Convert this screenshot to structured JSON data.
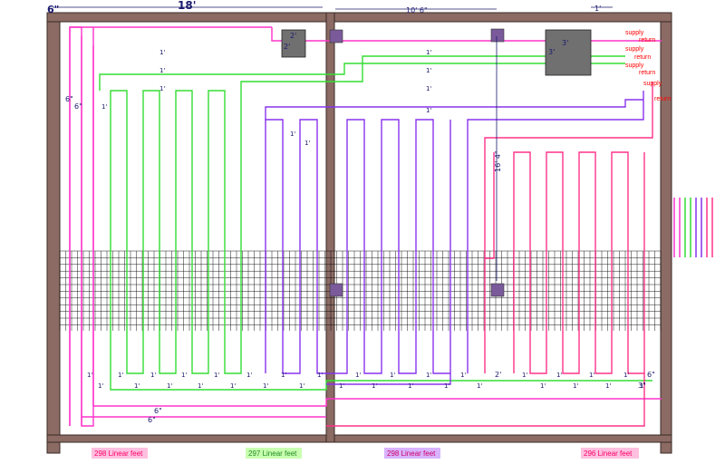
{
  "dimensions": {
    "overall_width": "18'",
    "section_width": "10' 6\"",
    "right_offset": "1'",
    "corner_offset": "6\"",
    "left_offset_6": "6\"",
    "left_offset_8": "6\"",
    "vertical_run": "16' 4\"",
    "spacing": "1'",
    "gap_2": "2'",
    "box_small_w": "2'",
    "box_small_h": "2'",
    "box_large_w": "3'",
    "box_large_h": "3'",
    "bottom_6a": "6\"",
    "bottom_6b": "6\"",
    "bottom_right_6": "6\"",
    "bottom_right_3": "3\""
  },
  "manifold_labels": {
    "supply1": "supply",
    "return1": "return",
    "supply2": "supply",
    "return2": "return",
    "supply3": "supply",
    "return3": "return",
    "supply4": "supply",
    "return4": "return"
  },
  "loops": [
    {
      "label": "298 Linear feet",
      "color": "#ff33cc"
    },
    {
      "label": "297 Linear feet",
      "color": "#33dd33"
    },
    {
      "label": "298 Linear feet",
      "color": "#8833ee"
    },
    {
      "label": "296 Linear feet",
      "color": "#ff3388"
    }
  ],
  "colors": {
    "wall": "#8b6b64",
    "grid": "#000000",
    "post": "#7a5a9a",
    "box": "#707070",
    "dim": "#1a1a6e"
  }
}
